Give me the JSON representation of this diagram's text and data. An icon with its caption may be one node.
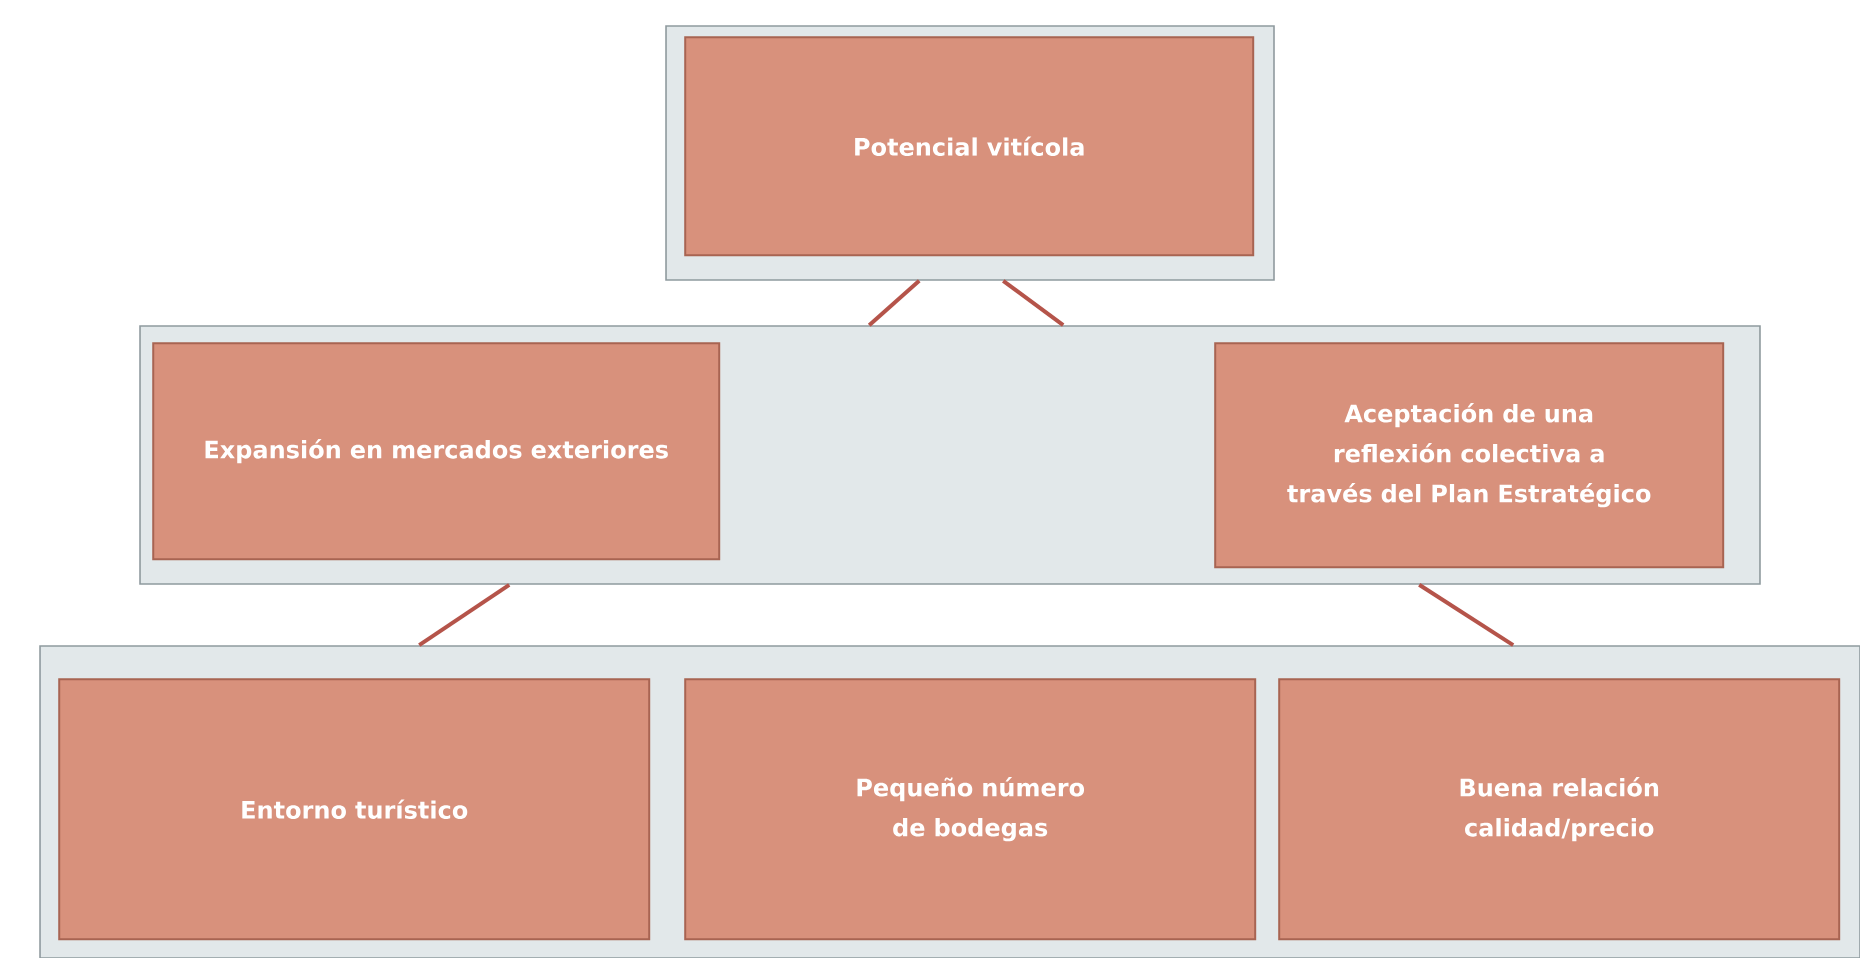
{
  "diagram": {
    "nodes": [
      {
        "text": [],
        "shape": "box"
      },
      {
        "text": [
          "Potencial vitícola"
        ],
        "in": 0
      },
      {
        "text": [],
        "shape": "box"
      },
      {
        "text": [
          "Expansión en mercados exteriores"
        ],
        "in": 2
      },
      {
        "text": [
          "Aceptación de una reflexión colectiva a través del Plan Estratégico"
        ],
        "in": 2
      },
      {
        "text": [],
        "shape": "box"
      },
      {
        "text": [
          "Entorno turístico"
        ],
        "in": 5
      },
      {
        "text": [
          "Pequeño número de bodegas"
        ],
        "in": 5
      },
      {
        "text": [
          "Buena relación calidad/precio"
        ],
        "in": 5
      }
    ],
    "edges": [
      {
        "from": 0,
        "to": 2,
        "arrow": "none"
      },
      {
        "from": 0,
        "to": 2,
        "arrow": "none"
      },
      {
        "from": 2,
        "to": 5,
        "arrow": "none"
      },
      {
        "from": 2,
        "to": 5,
        "arrow": "none"
      }
    ]
  }
}
